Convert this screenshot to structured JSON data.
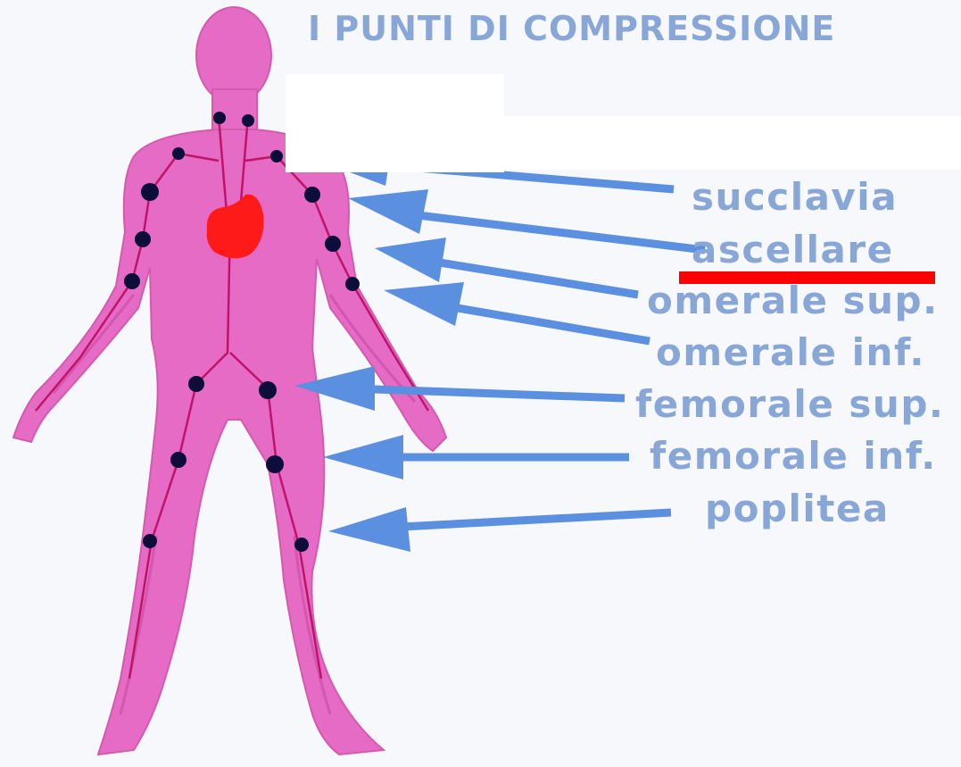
{
  "title": "I PUNTI DI COMPRESSIONE",
  "labels": [
    "succlavia",
    "ascellare",
    "omerale sup.",
    "omerale inf.",
    "femorale sup.",
    "femorale inf.",
    "poplitea"
  ],
  "colors": {
    "body": "#e56bc4",
    "body_dark": "#c8479f",
    "vessel": "#c0146a",
    "heart": "#ff1a1a",
    "point": "#0d0d3a",
    "arrow": "#5b8fe0",
    "text": "#88a7d6",
    "highlight": "#ff0000",
    "background": "#f7f8fb"
  }
}
